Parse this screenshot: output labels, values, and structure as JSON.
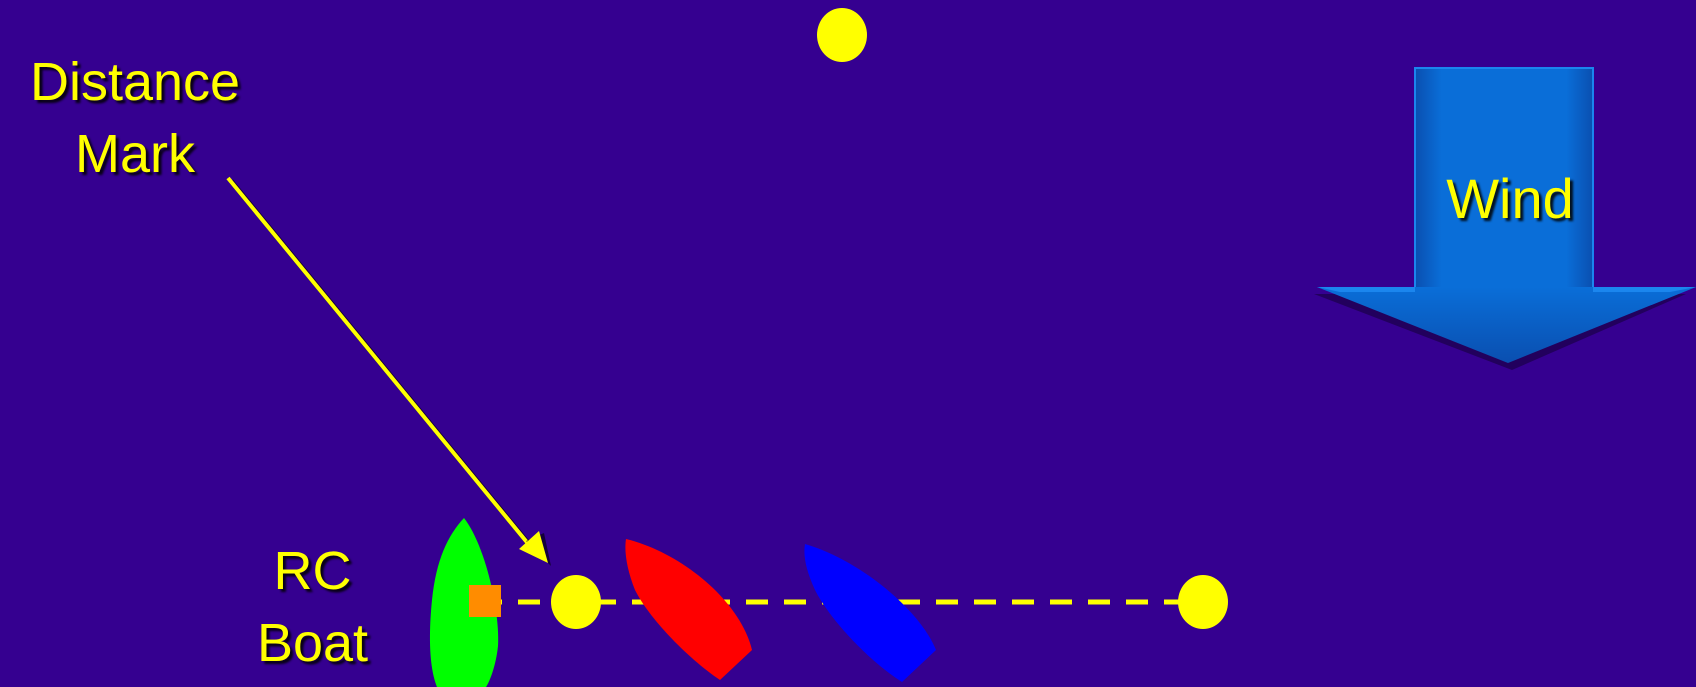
{
  "labels": {
    "distance_mark_line1": "Distance",
    "distance_mark_line2": "Mark",
    "rc_boat_line1": "RC",
    "rc_boat_line2": "Boat",
    "wind": "Wind"
  },
  "colors": {
    "background": "#350090",
    "mark_yellow": "#ffff00",
    "rc_boat_green": "#00ff00",
    "boat_red": "#ff0000",
    "boat_blue": "#0000ff",
    "flag_orange": "#ff8c00",
    "wind_arrow_blue": "#0a6ed8"
  }
}
